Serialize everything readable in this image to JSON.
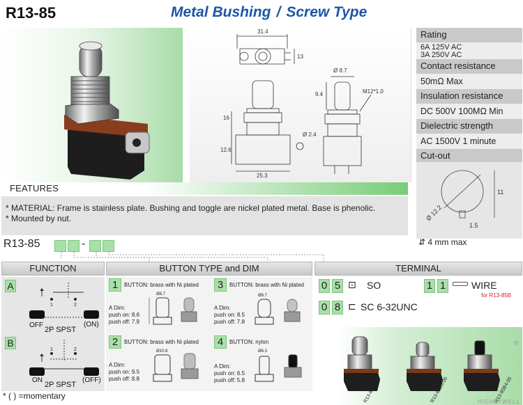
{
  "header": {
    "model": "R13-85",
    "headline_left": "Metal Bushing",
    "headline_sep": "/",
    "headline_right": "Screw Type"
  },
  "drawing": {
    "dim_width": "31.4",
    "dim_13": "13",
    "dim_dia87": "Ø 8.7",
    "dim_94": "9.4",
    "dim_thread": "M12*1.0",
    "dim_16": "16",
    "dim_126": "12.6",
    "dim_253": "25.3",
    "dim_dia24": "Ø 2.4"
  },
  "specs": {
    "rating_head": "Rating",
    "rating_1": "6A 125V AC",
    "rating_2": "3A 250V AC",
    "contact_head": "Contact resistance",
    "contact_val": "50mΩ Max",
    "insulation_head": "Insulation resistance",
    "insulation_val": "DC 500V 100MΩ Min",
    "dielectric_head": "Dielectric strength",
    "dielectric_val": "AC 1500V 1 minute",
    "cutout_head": "Cut-out",
    "cutout_dia": "Ø 12.2",
    "cutout_11": "11",
    "cutout_15": "1.5",
    "max_text": "4 mm max"
  },
  "features": {
    "title": "FEATURES",
    "line1": "* MATERIAL: Frame is stainless plate. Bushing and toggle are nickel plated metal. Base is phenolic.",
    "line2": "* Mounted by nut."
  },
  "part_number": {
    "prefix": "R13-85",
    "dash": "-"
  },
  "sections": {
    "function": "FUNCTION",
    "button": "BUTTON TYPE and DIM",
    "terminal": "TERMINAL"
  },
  "function": {
    "a_letter": "A",
    "a_left": "OFF",
    "a_right": "(ON)",
    "a_type": "2P SPST",
    "a_pin1": "1",
    "a_pin2": "2",
    "b_letter": "B",
    "b_left": "ON",
    "b_right": "(OFF)",
    "b_type": "2P SPST",
    "b_pin1": "1",
    "b_pin2": "2"
  },
  "buttons": [
    {
      "num": "1",
      "title": "BUTTON: brass with Ni  plated",
      "adim": "A Dim:",
      "on": "push on: 8.6",
      "off": "push off: 7.9",
      "dia": "Ø8.7"
    },
    {
      "num": "3",
      "title": "BUTTON: brass with Ni  plated",
      "adim": "A Dim:",
      "on": "push on: 8.5",
      "off": "push off: 7.8",
      "dia": "Ø8.7"
    },
    {
      "num": "2",
      "title": "BUTTON: brass with Ni  plated",
      "adim": "A Dim:",
      "on": "push on: 9.5",
      "off": "push off: 8.8",
      "dia": "Ø10.8"
    },
    {
      "num": "4",
      "title": "BUTTON: nylon",
      "adim": "A Dim:",
      "on": "push on: 6.5",
      "off": "push off: 5.8",
      "dia": "Ø6.3"
    }
  ],
  "terminal": {
    "t1_a": "0",
    "t1_b": "5",
    "t1_label": "SO",
    "t2_a": "0",
    "t2_b": "8",
    "t2_label": "SC 6-32UNC",
    "t3_a": "1",
    "t3_b": "1",
    "t3_label": "WIRE",
    "t3_note": "for R13-85B"
  },
  "photo_labels": {
    "p1": "R13-85B2-05",
    "p2": "R13-85B3-05",
    "p3": "R13-85B4-05",
    "brand": "HIGHLYWELL",
    "reg": "®"
  },
  "footnote": "* ( ) =momentary",
  "colors": {
    "accent_green": "#a9e0a9",
    "headline_blue": "#1d56a8",
    "note_red": "#cc2222"
  }
}
